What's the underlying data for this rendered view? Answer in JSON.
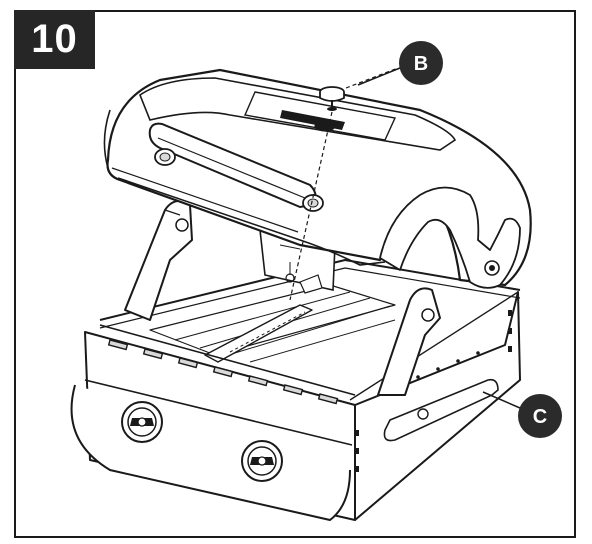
{
  "step": {
    "number": "10"
  },
  "callouts": {
    "b": "B",
    "c": "C"
  },
  "colors": {
    "ink": "#1a1a1a",
    "badge": "#262626",
    "callout_fill": "#2b2b2b",
    "paper": "#ffffff",
    "shade": "#d9d9d9"
  },
  "icons": {
    "lid": "grill-lid-icon",
    "body": "grill-body-icon",
    "knob": "control-knob-icon"
  }
}
